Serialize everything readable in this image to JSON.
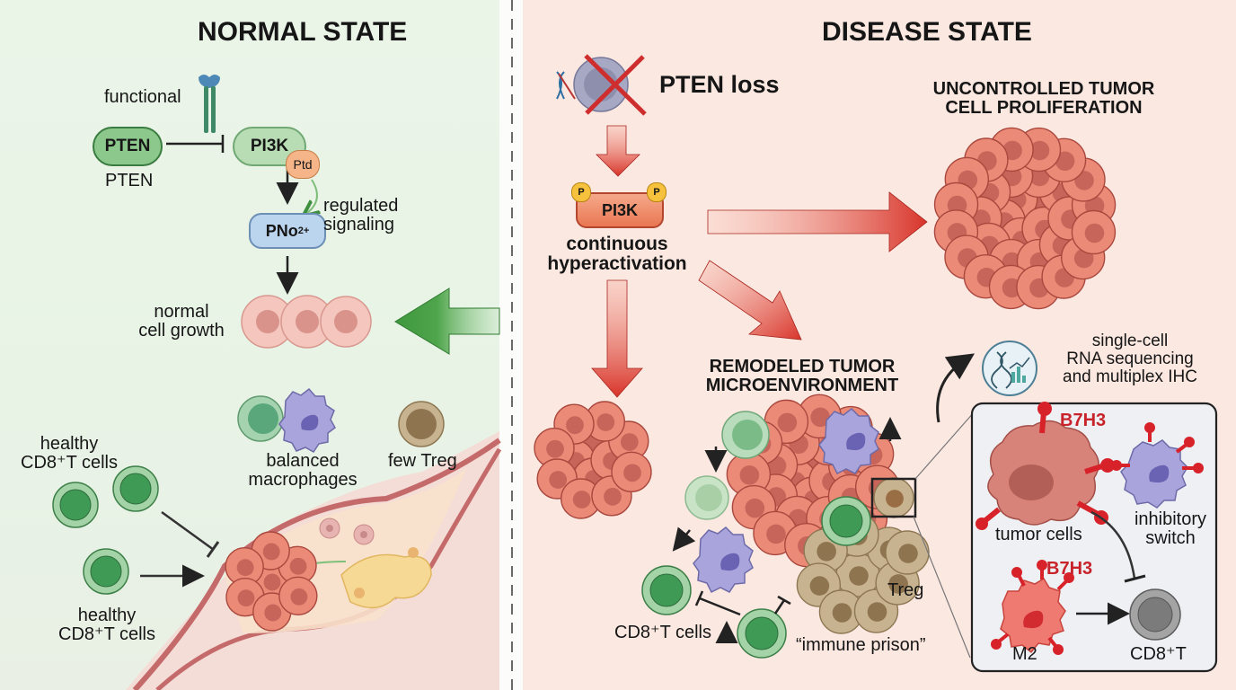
{
  "normal": {
    "title": "NORMAL STATE",
    "functional_label": "functional",
    "pten_node": "PTEN",
    "pten_caption": "PTEN",
    "pi3k_node": "PI3K",
    "ptd_badge": "Ptd",
    "pno_node": "PNo",
    "pno_sup": "2+",
    "regulated_label_1": "regulated",
    "regulated_label_2": "signaling",
    "growth_label_1": "normal",
    "growth_label_2": "cell growth",
    "cd8_top_1": "healthy",
    "cd8_top_2": "CD8⁺T cells",
    "cd8_bottom_1": "healthy",
    "cd8_bottom_2": "CD8⁺T cells",
    "macrophage_label_1": "balanced",
    "macrophage_label_2": "macrophages",
    "treg_label": "few Treg"
  },
  "disease": {
    "title": "DISEASE STATE",
    "pten_loss": "PTEN loss",
    "pi3k_node": "PI3K",
    "phospho_badge": "P",
    "hyper_1": "continuous",
    "hyper_2": "hyperactivation",
    "prolif_1": "UNCONTROLLED TUMOR",
    "prolif_2": "CELL PROLIFERATION",
    "tme_1": "REMODELED TUMOR",
    "tme_2": "MICROENVIRONMENT",
    "cd8_label": "CD8⁺T cells",
    "treg_label": "Treg",
    "prison_label": "“immune prison”",
    "method_1": "single-cell",
    "method_2": "RNA sequencing",
    "method_3": "and multiplex IHC"
  },
  "inset": {
    "b7h3_top": "B7H3",
    "b7h3_bottom": "B7H3",
    "tumor_label": "tumor cells",
    "switch_1": "inhibitory",
    "switch_2": "switch",
    "m2_label": "M2",
    "cd8_label": "CD8⁺T"
  },
  "colors": {
    "normal_bg": "#e9f4e7",
    "disease_bg": "#fbe8e1",
    "tumor_cell": "#ec8a78",
    "cd8_green": "#3f9a5a",
    "treg_brown": "#9a7f58",
    "macrophage_purple": "#9b98d0",
    "b7h3_red": "#d8222a",
    "arrow_red": "#d9362c",
    "arrow_green": "#49a14a"
  }
}
